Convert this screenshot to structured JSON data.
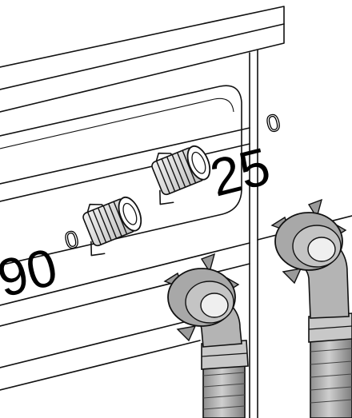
{
  "labels": {
    "cold_inlet": {
      "value": "90",
      "symbol": "0"
    },
    "hot_inlet": {
      "value": "25",
      "symbol": "0"
    }
  },
  "colors": {
    "stroke": "#111111",
    "background": "#ffffff",
    "hose_grey": "#b8b8b8",
    "hose_dark": "#8c8c8c",
    "thread_light": "#e6e6e6"
  },
  "icons": {
    "inlet_valve": "threaded-pipe-icon",
    "hose_connector": "elbow-hose-icon"
  }
}
